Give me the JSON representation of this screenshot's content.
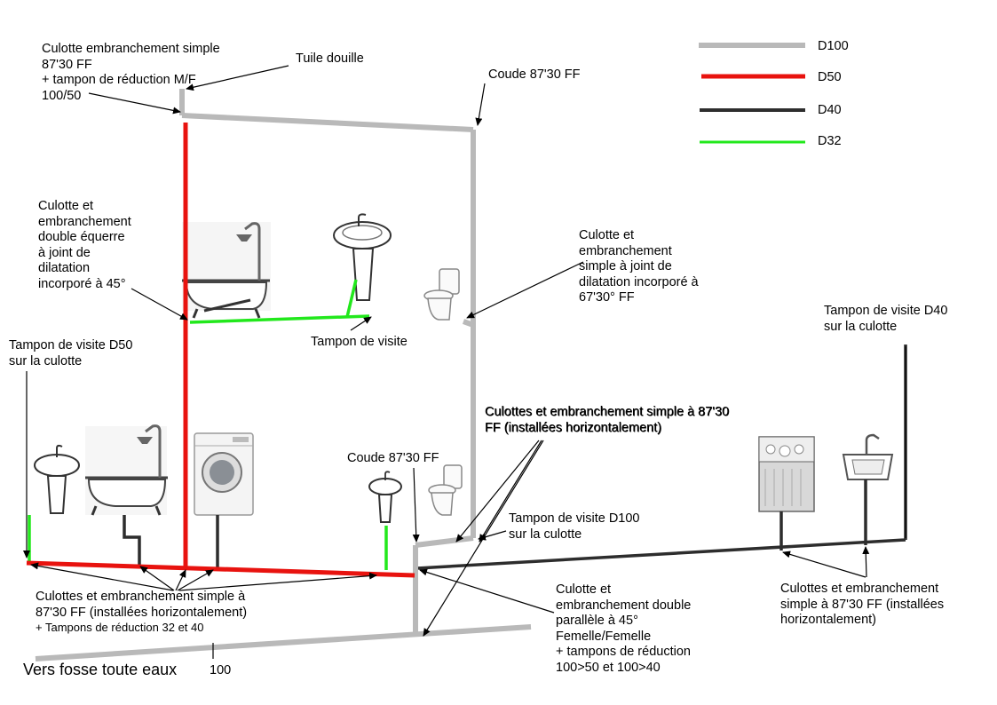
{
  "colors": {
    "d100": "#b9b9b9",
    "d50": "#e8130f",
    "d40": "#2d2d2d",
    "d32": "#22e81c"
  },
  "legend": {
    "d100": "D100",
    "d50": "D50",
    "d40": "D40",
    "d32": "D32"
  },
  "labels": {
    "culotte_top": "Culotte embranchement simple\n87'30 FF\n+ tampon de réduction M/F\n100/50",
    "tuile": "Tuile douille",
    "coude_top": "Coude 87'30 FF",
    "culotte_double_equerre": "Culotte et\nembranchement\ndouble équerre\nà joint de\ndilatation\nincorporé à 45°",
    "culotte_simple_joint": "Culotte et\nembranchement\nsimple à joint de\ndilatation incorporé à\n67'30° FF",
    "tampon_visite": "Tampon de visite",
    "tampon_d50": "Tampon de visite D50\n sur la culotte",
    "tampon_d40": "Tampon de visite D40\n sur la culotte",
    "culottes_horiz_mid": "Culottes et embranchement simple à 87'30\nFF (installées horizontalement)",
    "coude_mid": "Coude 87'30 FF",
    "tampon_d100": "Tampon de visite D100\n sur la culotte",
    "culottes_left_bottom_1": "Culottes et embranchement simple à\n87'30 FF (installées horizontalement)",
    "culottes_left_bottom_2": "+ Tampons de réduction 32 et 40",
    "culotte_double_parallele": "Culotte et\nembranchement double\nparallèle à 45°\nFemelle/Femelle\n+ tampons de réduction\n100>50 et 100>40",
    "culottes_right_bottom": "Culottes et embranchement\nsimple à 87'30 FF (installées\nhorizontalement)",
    "fosse": "Vers fosse toute eaux",
    "d100_label": "100"
  }
}
